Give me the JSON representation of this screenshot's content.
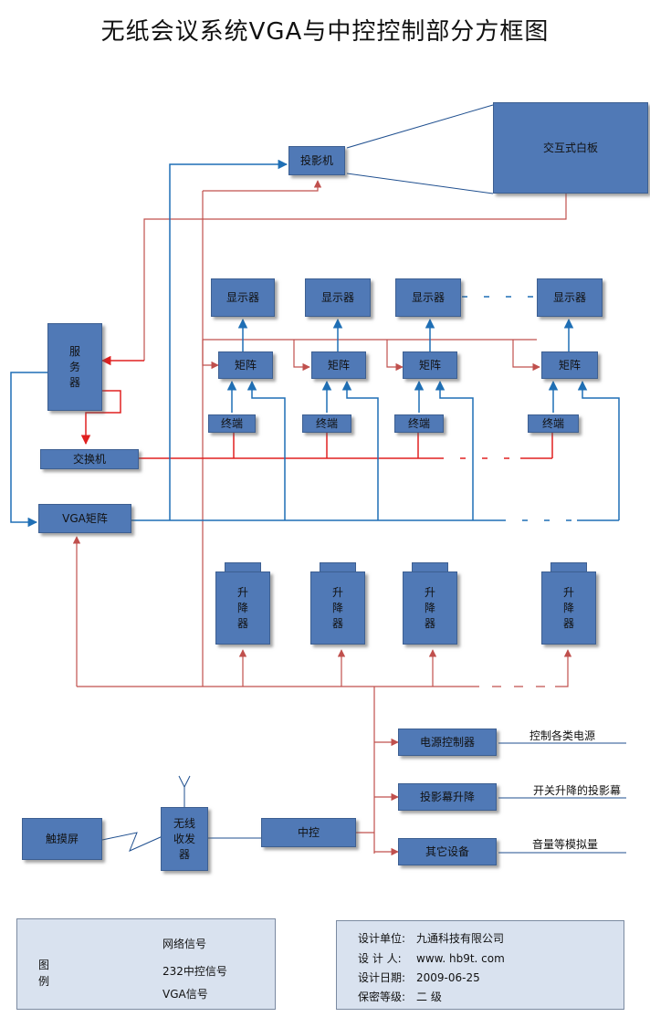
{
  "title": "无纸会议系统VGA与中控控制部分方框图",
  "colors": {
    "network": "#e02020",
    "ctrl232": "#c0504d",
    "vga": "#1f6fb5",
    "box": "#5079b6"
  },
  "nodes": {
    "projector": "投影机",
    "whiteboard": "交互式白板",
    "server": "服\n务\n器",
    "switch": "交换机",
    "vga_matrix": "VGA矩阵",
    "display": "显示器",
    "matrix": "矩阵",
    "terminal": "终端",
    "lifter": "升\n降\n器",
    "power_ctrl": "电源控制器",
    "screen_lift": "投影幕升降",
    "other": "其它设备",
    "central": "中控",
    "wireless": "无线\n收发\n器",
    "touch": "触摸屏"
  },
  "notes": {
    "power": "控制各类电源",
    "screen": "开关升降的投影幕",
    "other": "音量等模拟量"
  },
  "legend": {
    "caption": "图\n例",
    "network": "网络信号",
    "ctrl232": "232中控信号",
    "vga": "VGA信号"
  },
  "info": {
    "unit_label": "设计单位:",
    "unit_value": "九通科技有限公司",
    "designer_label": "设 计 人:",
    "designer_value": "www. hb9t. com",
    "date_label": "设计日期:",
    "date_value": "2009-06-25",
    "secret_label": "保密等级:",
    "secret_value": "二 级"
  }
}
